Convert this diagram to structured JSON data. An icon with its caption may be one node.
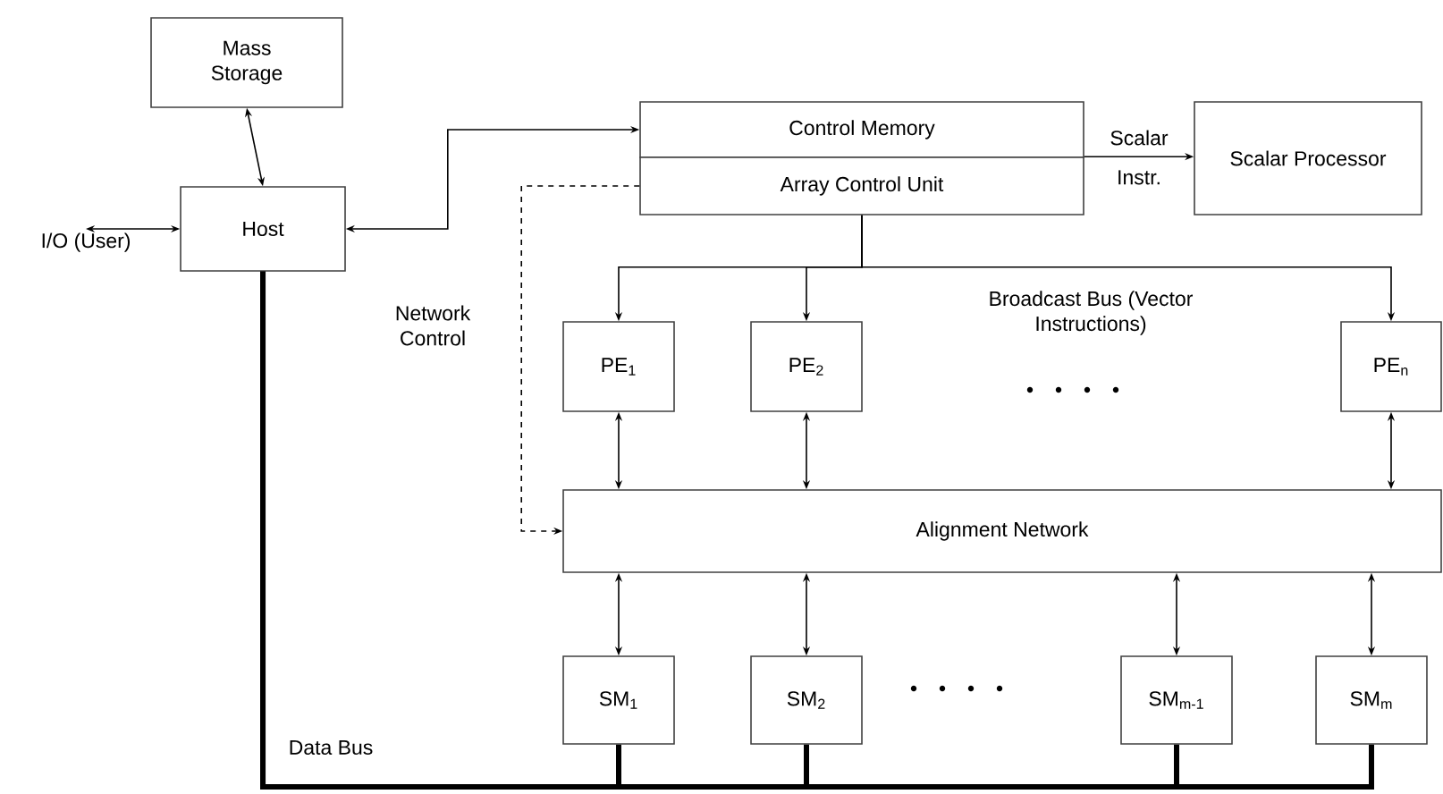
{
  "diagram": {
    "nodes": [
      {
        "text": [
          "Mass Storage"
        ]
      },
      {
        "text": [
          "Host"
        ]
      },
      {
        "text": [
          "I/O (User)"
        ]
      },
      {
        "text": [
          "Control Memory"
        ]
      },
      {
        "text": [
          "Array Control Unit"
        ]
      },
      {
        "text": [
          "Scalar Processor"
        ]
      },
      {
        "text": [
          "PE$_{1}$"
        ]
      },
      {
        "text": [
          "PE$_{2}$"
        ]
      },
      {
        "text": [
          "PE$_{n}$"
        ]
      },
      {
        "text": [
          "Alignment Network"
        ]
      },
      {
        "text": [
          "SM$_{1}$"
        ]
      },
      {
        "text": [
          "SM$_{2}$"
        ]
      },
      {
        "text": [
          "SM$_{m-1}$"
        ]
      },
      {
        "text": [
          "SM$_{m}$"
        ]
      }
    ],
    "edges": [
      {
        "from": 0,
        "to": 1,
        "arrow": "both"
      },
      {
        "from": 1,
        "to": 2,
        "arrow": "both"
      },
      {
        "from": 1,
        "to": 3,
        "arrow": "both"
      },
      {
        "from": 4,
        "to": 5,
        "arrow": "to",
        "label": "Scalar Instr."
      },
      {
        "from": 4,
        "to": 9,
        "arrow": "to",
        "style": "dashed",
        "label": "Network Control"
      },
      {
        "from": 4,
        "to": 6,
        "arrow": "to"
      },
      {
        "from": 4,
        "to": 7,
        "arrow": "to"
      },
      {
        "from": 4,
        "to": 8,
        "arrow": "to"
      },
      {
        "from": 6,
        "to": 9,
        "arrow": "both"
      },
      {
        "from": 7,
        "to": 9,
        "arrow": "both"
      },
      {
        "from": 8,
        "to": 9,
        "arrow": "both"
      },
      {
        "from": 9,
        "to": 10,
        "arrow": "both"
      },
      {
        "from": 9,
        "to": 11,
        "arrow": "both"
      },
      {
        "from": 9,
        "to": 12,
        "arrow": "both"
      },
      {
        "from": 9,
        "to": 13,
        "arrow": "both"
      },
      {
        "from": 1,
        "to": 10,
        "arrow": "none",
        "style": "thick"
      },
      {
        "from": 1,
        "to": 11,
        "arrow": "none",
        "style": "thick"
      },
      {
        "from": 1,
        "to": 12,
        "arrow": "none",
        "style": "thick"
      },
      {
        "from": 1,
        "to": 13,
        "arrow": "none",
        "style": "thick"
      }
    ],
    "labels": [
      "Broadcast Bus (Vector Instructions)",
      "Data Bus"
    ]
  }
}
